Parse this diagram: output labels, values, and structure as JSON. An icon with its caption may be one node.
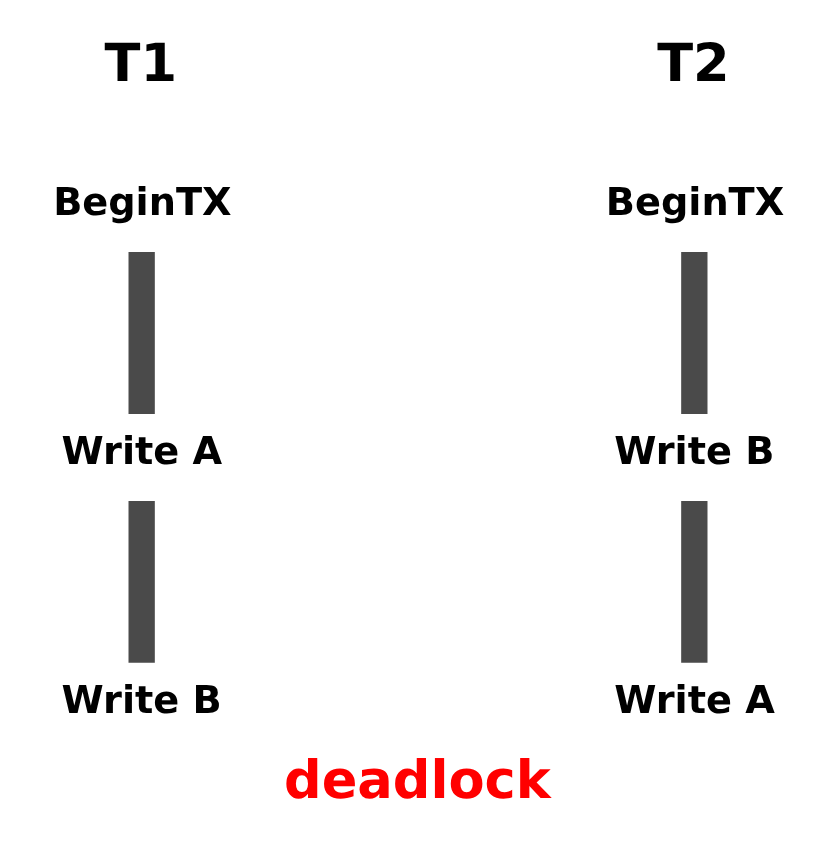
{
  "diagram": {
    "caption": "deadlock",
    "nodes": [
      {
        "text": [
          "BeginTX"
        ]
      },
      {
        "text": [
          "Write A"
        ]
      },
      {
        "text": [
          "Write B"
        ]
      },
      {
        "text": [
          "BeginTX"
        ]
      },
      {
        "text": [
          "Write B"
        ]
      },
      {
        "text": [
          "Write A"
        ]
      }
    ],
    "edges": [
      {
        "from": 0,
        "to": 1,
        "arrow": "none"
      },
      {
        "from": 1,
        "to": 2,
        "arrow": "none"
      },
      {
        "from": 3,
        "to": 4,
        "arrow": "none"
      },
      {
        "from": 4,
        "to": 5,
        "arrow": "none"
      }
    ],
    "labels": [
      "T1",
      "T2"
    ]
  }
}
